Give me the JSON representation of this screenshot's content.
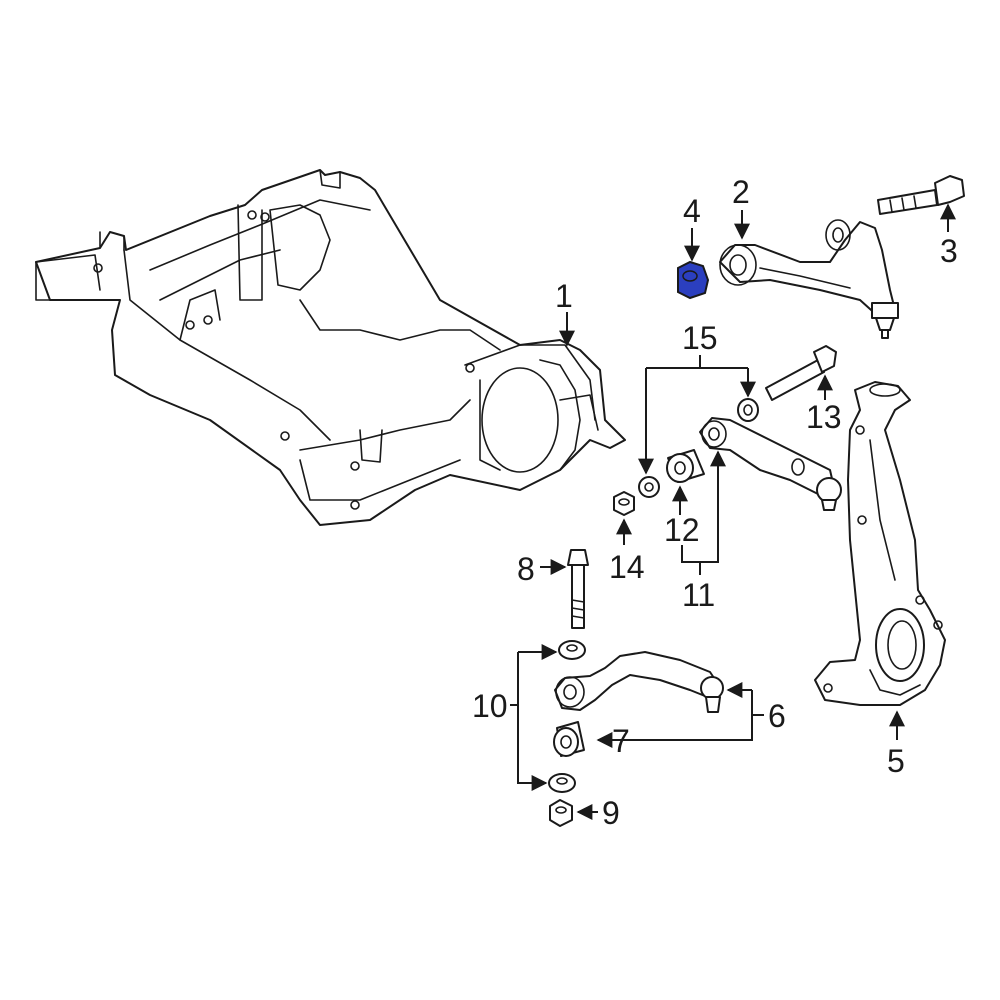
{
  "colors": {
    "highlight": "#2b3fbf",
    "line": "#1a1a1a",
    "background": "#ffffff"
  },
  "callouts": {
    "c1": "1",
    "c2": "2",
    "c3": "3",
    "c4": "4",
    "c5": "5",
    "c6": "6",
    "c7": "7",
    "c8": "8",
    "c9": "9",
    "c10": "10",
    "c11": "11",
    "c12": "12",
    "c13": "13",
    "c14": "14",
    "c15": "15"
  }
}
